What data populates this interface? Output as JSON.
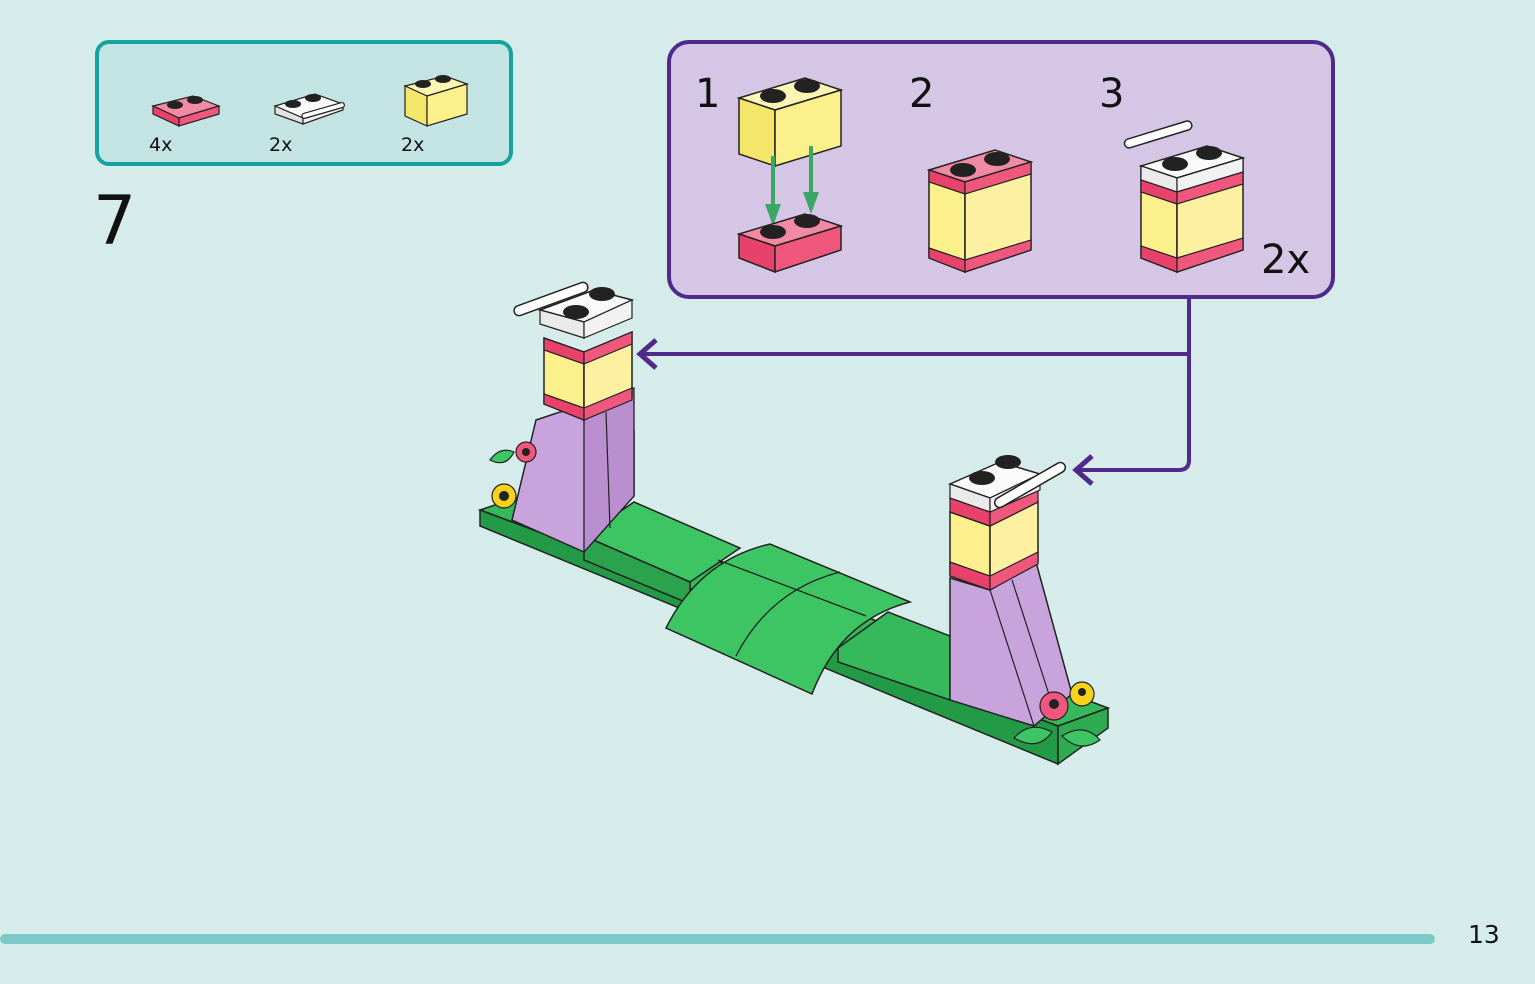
{
  "step": {
    "number": "7"
  },
  "parts": [
    {
      "name": "pink-plate-1x2",
      "qty": "4x",
      "color": "#f0577c"
    },
    {
      "name": "white-plate-with-handle",
      "qty": "2x",
      "color": "#f6f6f6"
    },
    {
      "name": "yellow-brick-1x2",
      "qty": "2x",
      "color": "#fbf08b"
    }
  ],
  "sub_steps": {
    "labels": [
      "1",
      "2",
      "3"
    ],
    "multiplier": "2x"
  },
  "colors": {
    "background": "#d6eceb",
    "parts_border": "#14a3a0",
    "sub_border": "#4f2a8a",
    "sub_fill": "#d6c6e6",
    "arrow": "#4f2a8a",
    "green_arrow": "#3aa864",
    "pink": "#f0577c",
    "yellow": "#fbf08b",
    "lavender": "#c9a3dc",
    "green": "#35b95a"
  },
  "page": {
    "number": "13"
  }
}
